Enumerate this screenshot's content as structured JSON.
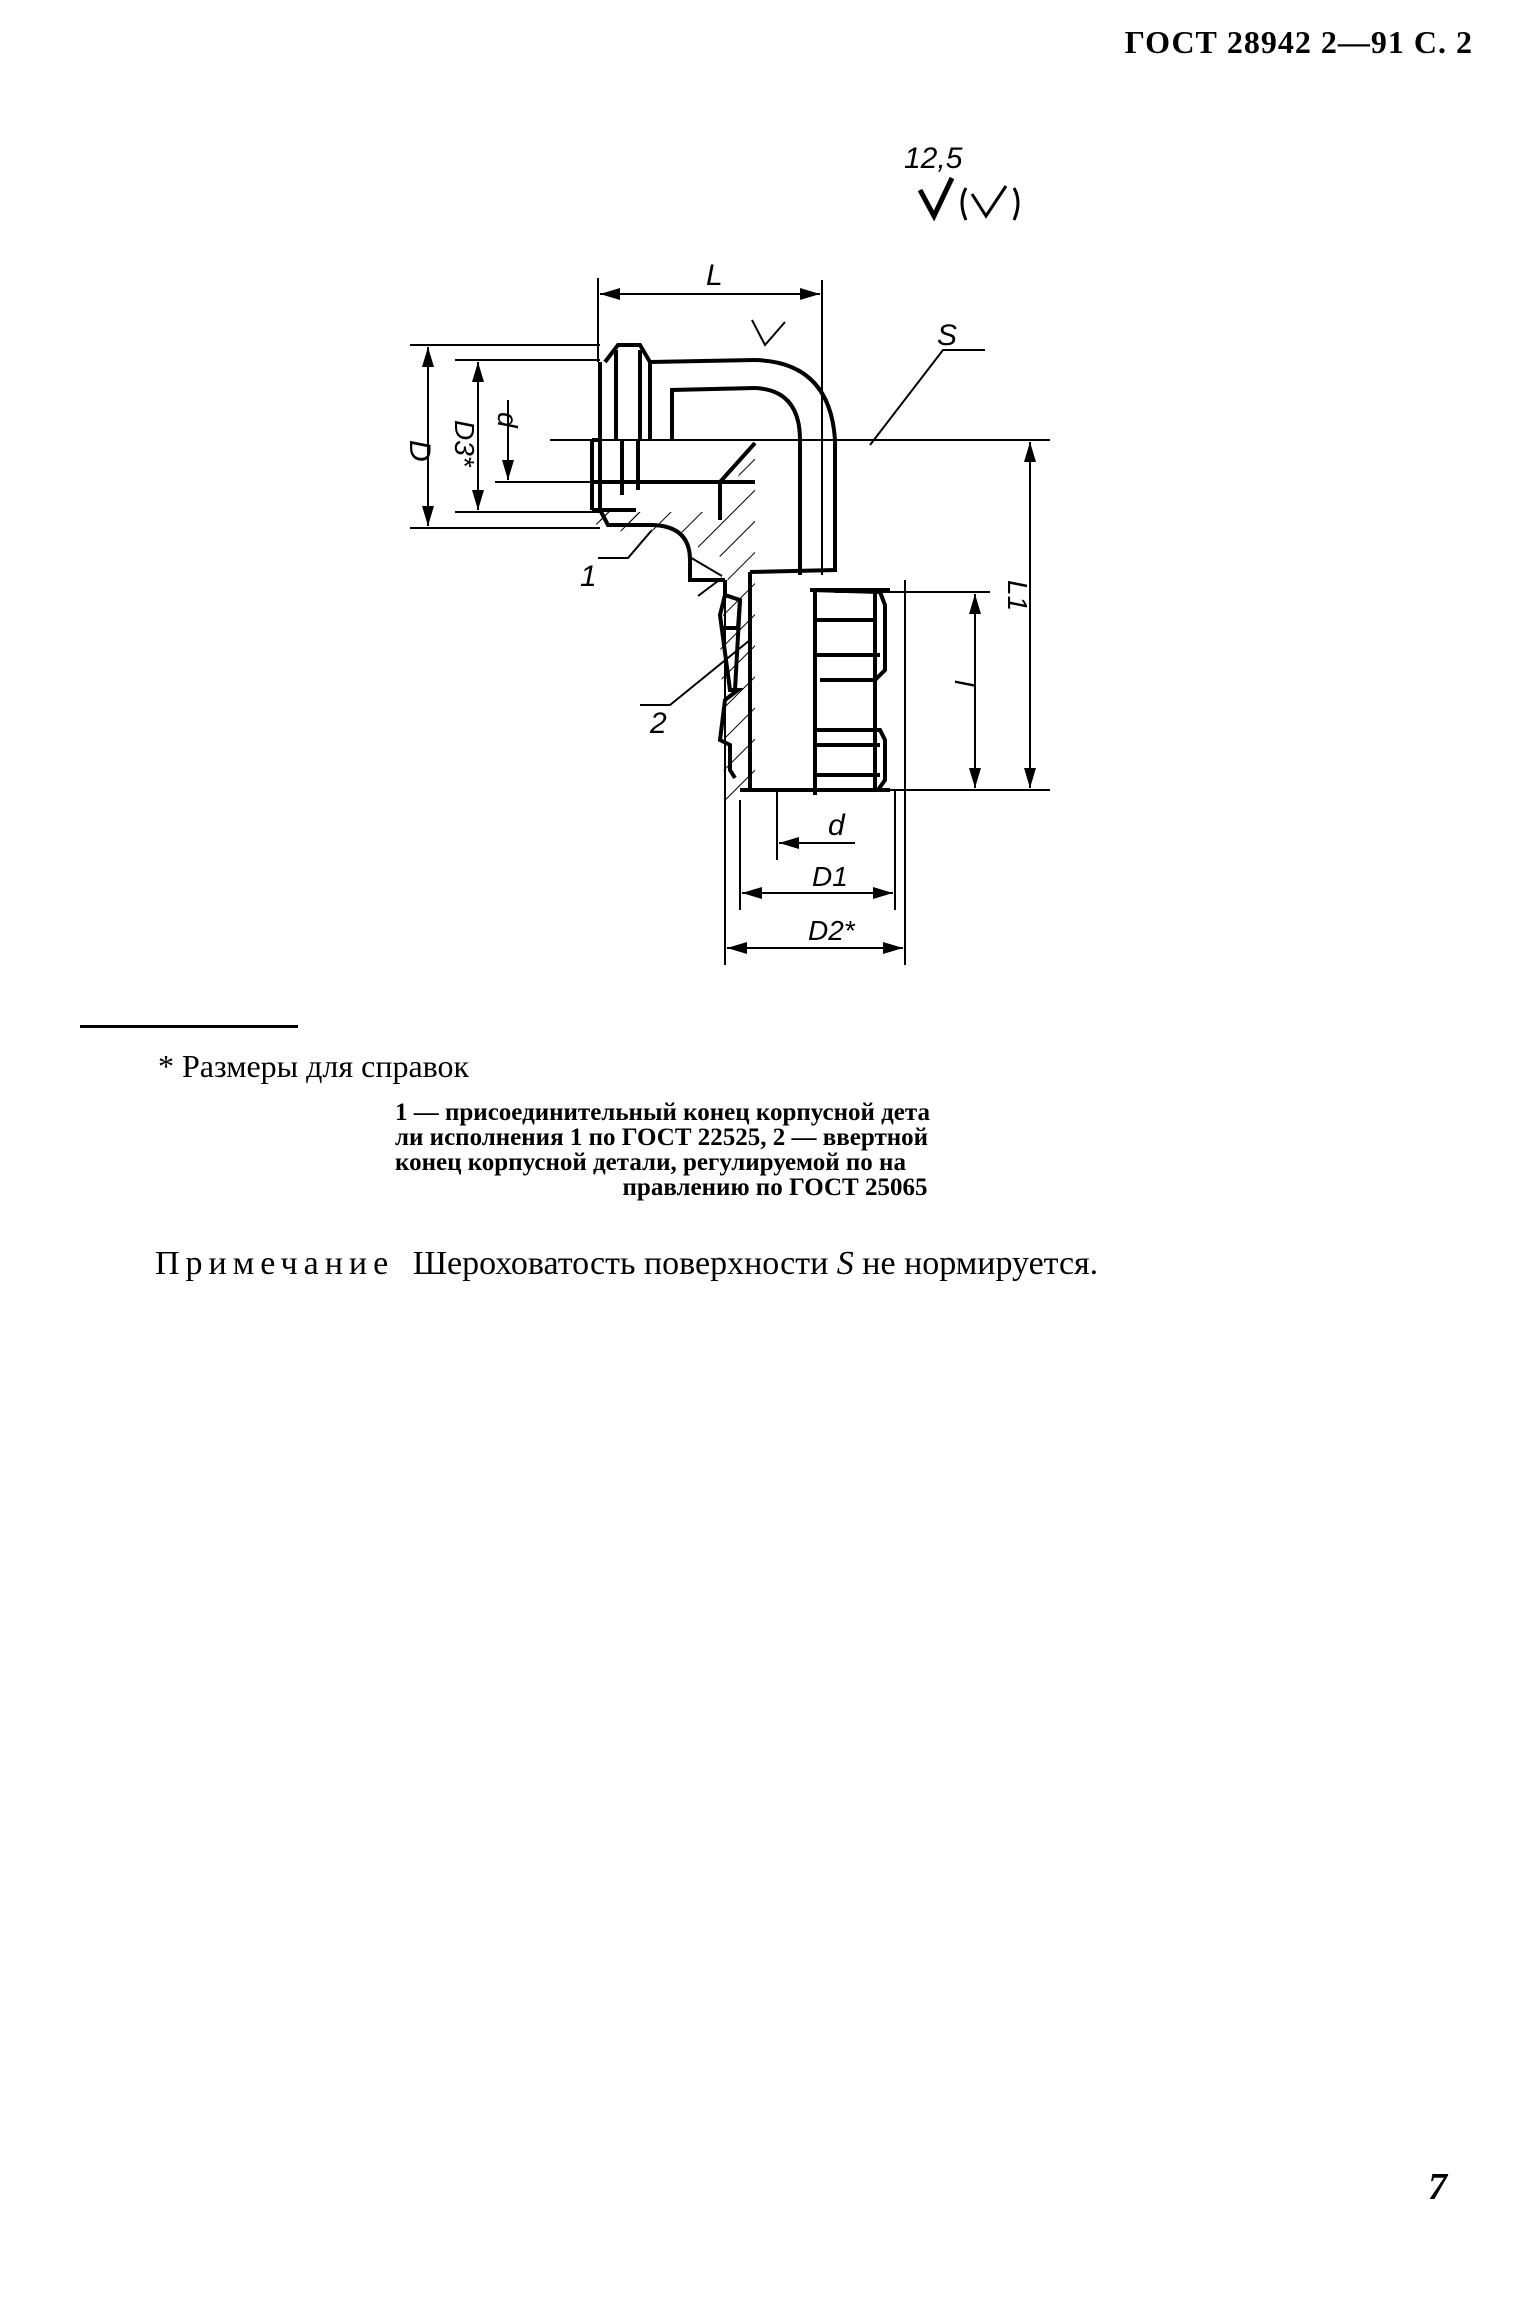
{
  "header": {
    "standard": "ГОСТ 28942 2—91 С. 2"
  },
  "roughness_symbol": {
    "value": "12,5",
    "icon": "surface-roughness-check-icon",
    "bracket_icon": "roughness-in-parentheses-icon"
  },
  "drawing": {
    "labels": {
      "L_top": "L",
      "S": "S",
      "D": "D",
      "D3": "D3*",
      "d_left": "d",
      "callout_1": "1",
      "callout_2": "2",
      "L1": "L1",
      "l": "l",
      "d_bottom": "d",
      "D1": "D1",
      "D2": "D2*"
    }
  },
  "footnote": {
    "text": "* Размеры для справок"
  },
  "caption": {
    "lines": [
      "1 — присоединительный конец корпусной дета",
      "ли исполнения 1 по ГОСТ 22525, 2 — ввертной",
      "конец корпусной детали, регулируемой по на",
      "правлению по ГОСТ 25065"
    ]
  },
  "note": {
    "label": "Примечание",
    "text_before": "Шероховатость поверхности",
    "symbol": "S",
    "text_after": "не нормируется."
  },
  "page_number": "7"
}
